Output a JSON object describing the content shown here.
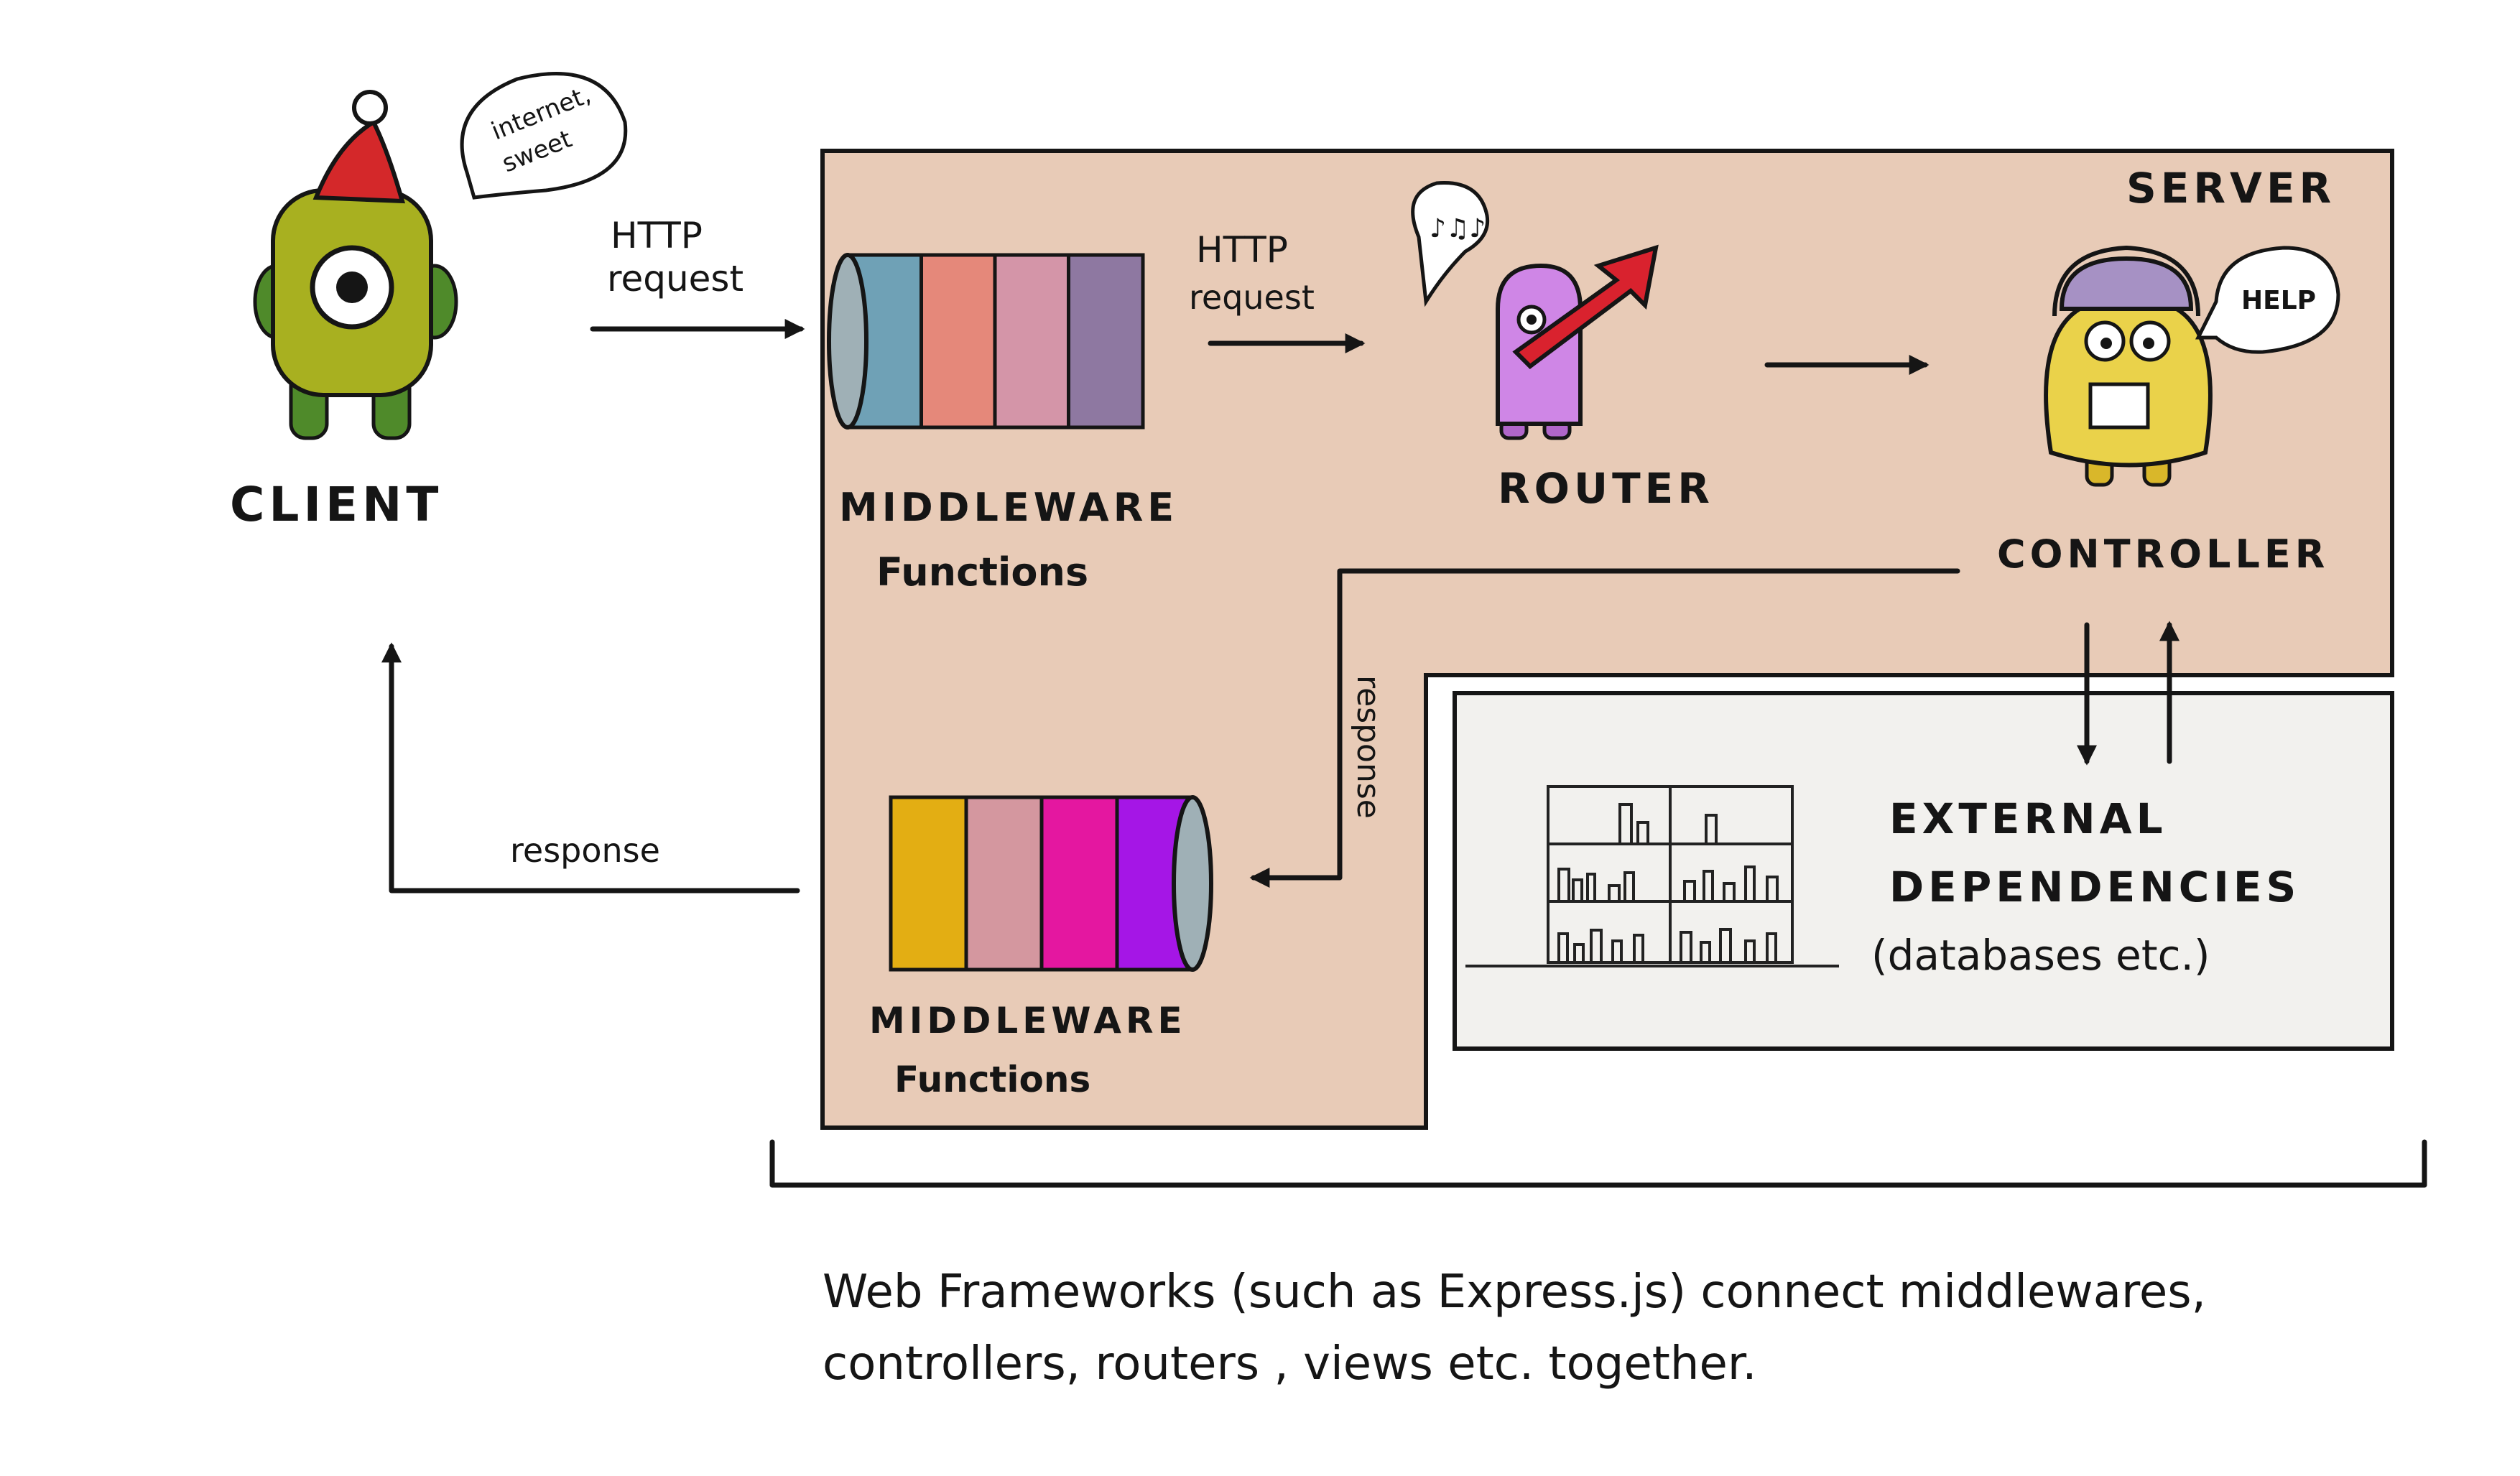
{
  "client": {
    "label": "CLIENT",
    "speech": [
      "internet,",
      "sweet"
    ]
  },
  "arrows": {
    "http_request_outer": [
      "HTTP",
      "request"
    ],
    "http_request_inner": [
      "HTTP",
      "request"
    ],
    "response_inner": "response",
    "response_outer": "response"
  },
  "server": {
    "label": "SERVER"
  },
  "middleware_in": {
    "label_line1": "MIDDLEWARE",
    "label_line2": "Functions"
  },
  "middleware_out": {
    "label_line1": "MIDDLEWARE",
    "label_line2": "Functions"
  },
  "router": {
    "label": "ROUTER"
  },
  "controller": {
    "label": "CONTROLLER",
    "speech": "HELP"
  },
  "external": {
    "line1": "EXTERNAL",
    "line2": "DEPENDENCIES",
    "line3": "(databases etc.)"
  },
  "caption": {
    "line1": "Web  Frameworks (such as Express.js) connect middlewares,",
    "line2": "controllers, routers , views etc. together."
  },
  "colors": {
    "server_bg": "#e8cbb7",
    "external_bg": "#f2f1ee",
    "middleware_in_bands": [
      "#6fa1b6",
      "#e5887a",
      "#d495a8",
      "#8e78a1"
    ],
    "middleware_out_bands": [
      "#e3ae13",
      "#d4979f",
      "#e417a0",
      "#a516e6"
    ],
    "client_body": "#a8b020",
    "client_hat": "#d4282a",
    "router_body": "#cf86e6",
    "router_arrow": "#d9222e",
    "controller_body": "#ead24a",
    "controller_brain": "#a691c4"
  }
}
